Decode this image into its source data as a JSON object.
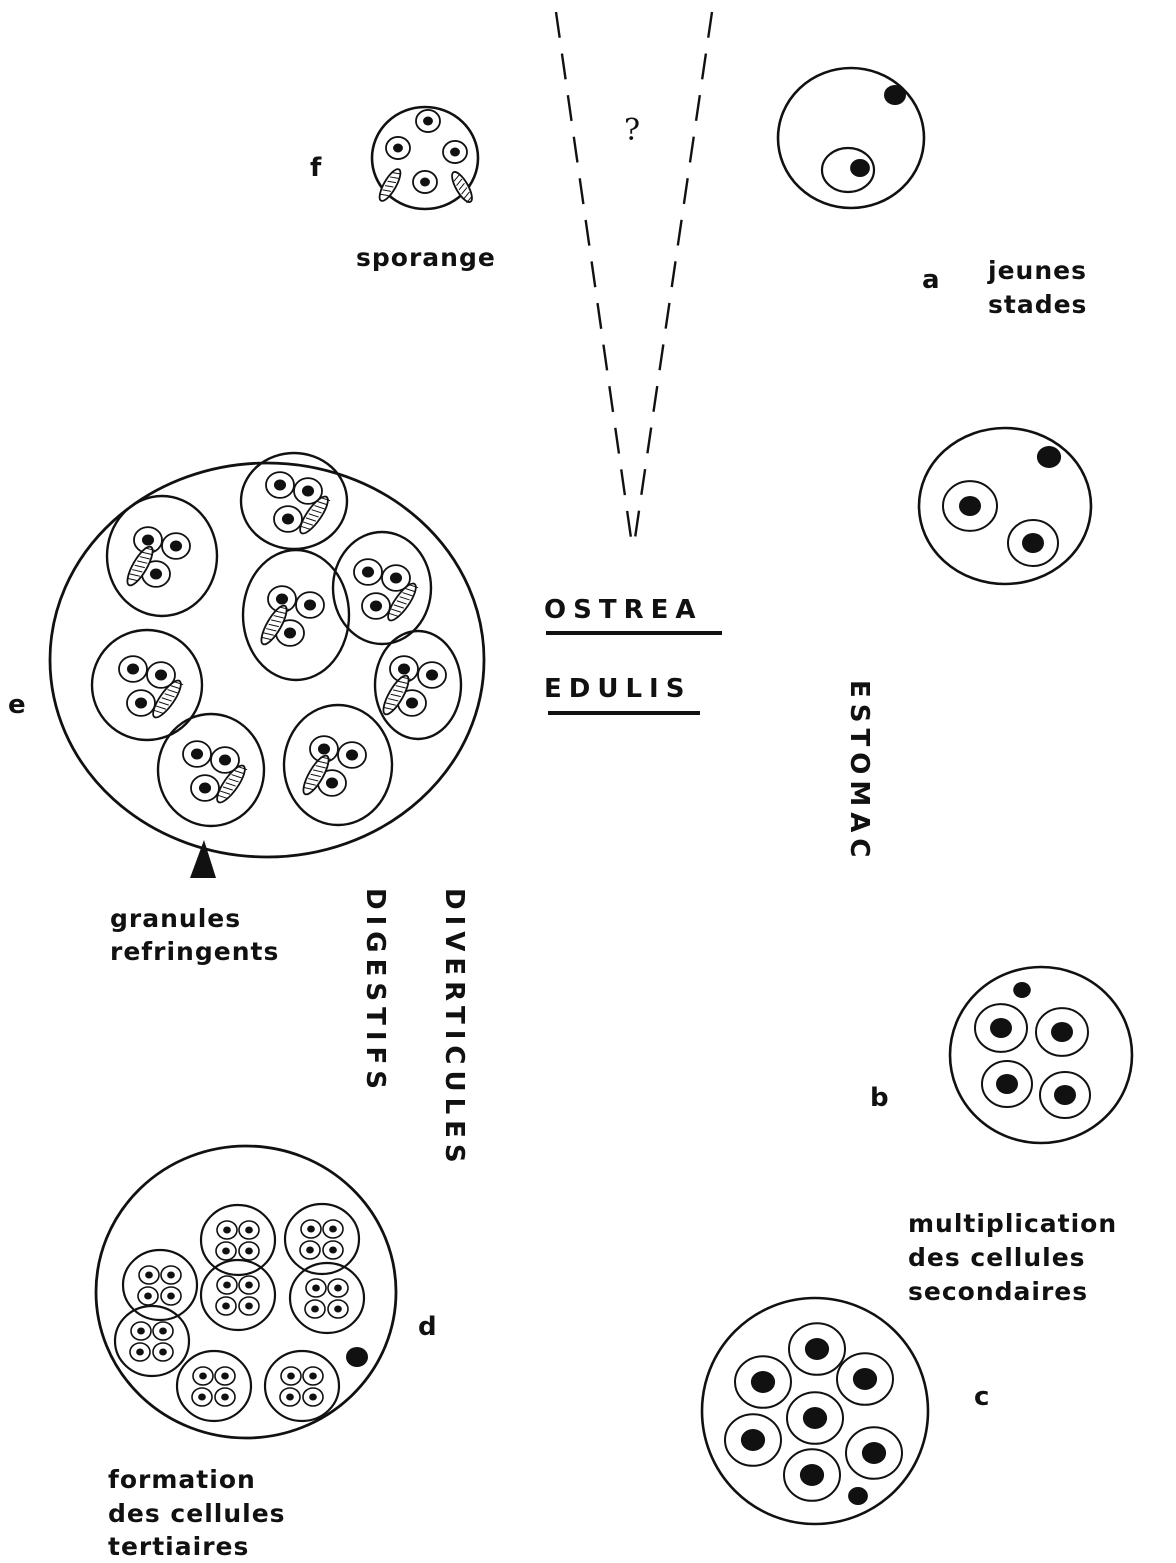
{
  "title": {
    "line1": "OSTREA",
    "line2": "EDULIS"
  },
  "question_mark": "?",
  "vertical_labels": {
    "estomac": "ESTOMAC",
    "diverticules": "DIVERTICULES",
    "digestifs": "DIGESTIFS"
  },
  "stages": {
    "a": {
      "letter": "a",
      "caption": [
        "jeunes",
        "stades"
      ]
    },
    "b": {
      "letter": "b",
      "caption": [
        "multiplication",
        "des cellules",
        "secondaires"
      ]
    },
    "c": {
      "letter": "c"
    },
    "d": {
      "letter": "d",
      "caption": [
        "formation",
        "des cellules",
        "tertiaires"
      ]
    },
    "e": {
      "letter": "e",
      "caption": [
        "granules",
        "refringents"
      ]
    },
    "f": {
      "letter": "f",
      "caption": [
        "sporange"
      ]
    }
  }
}
